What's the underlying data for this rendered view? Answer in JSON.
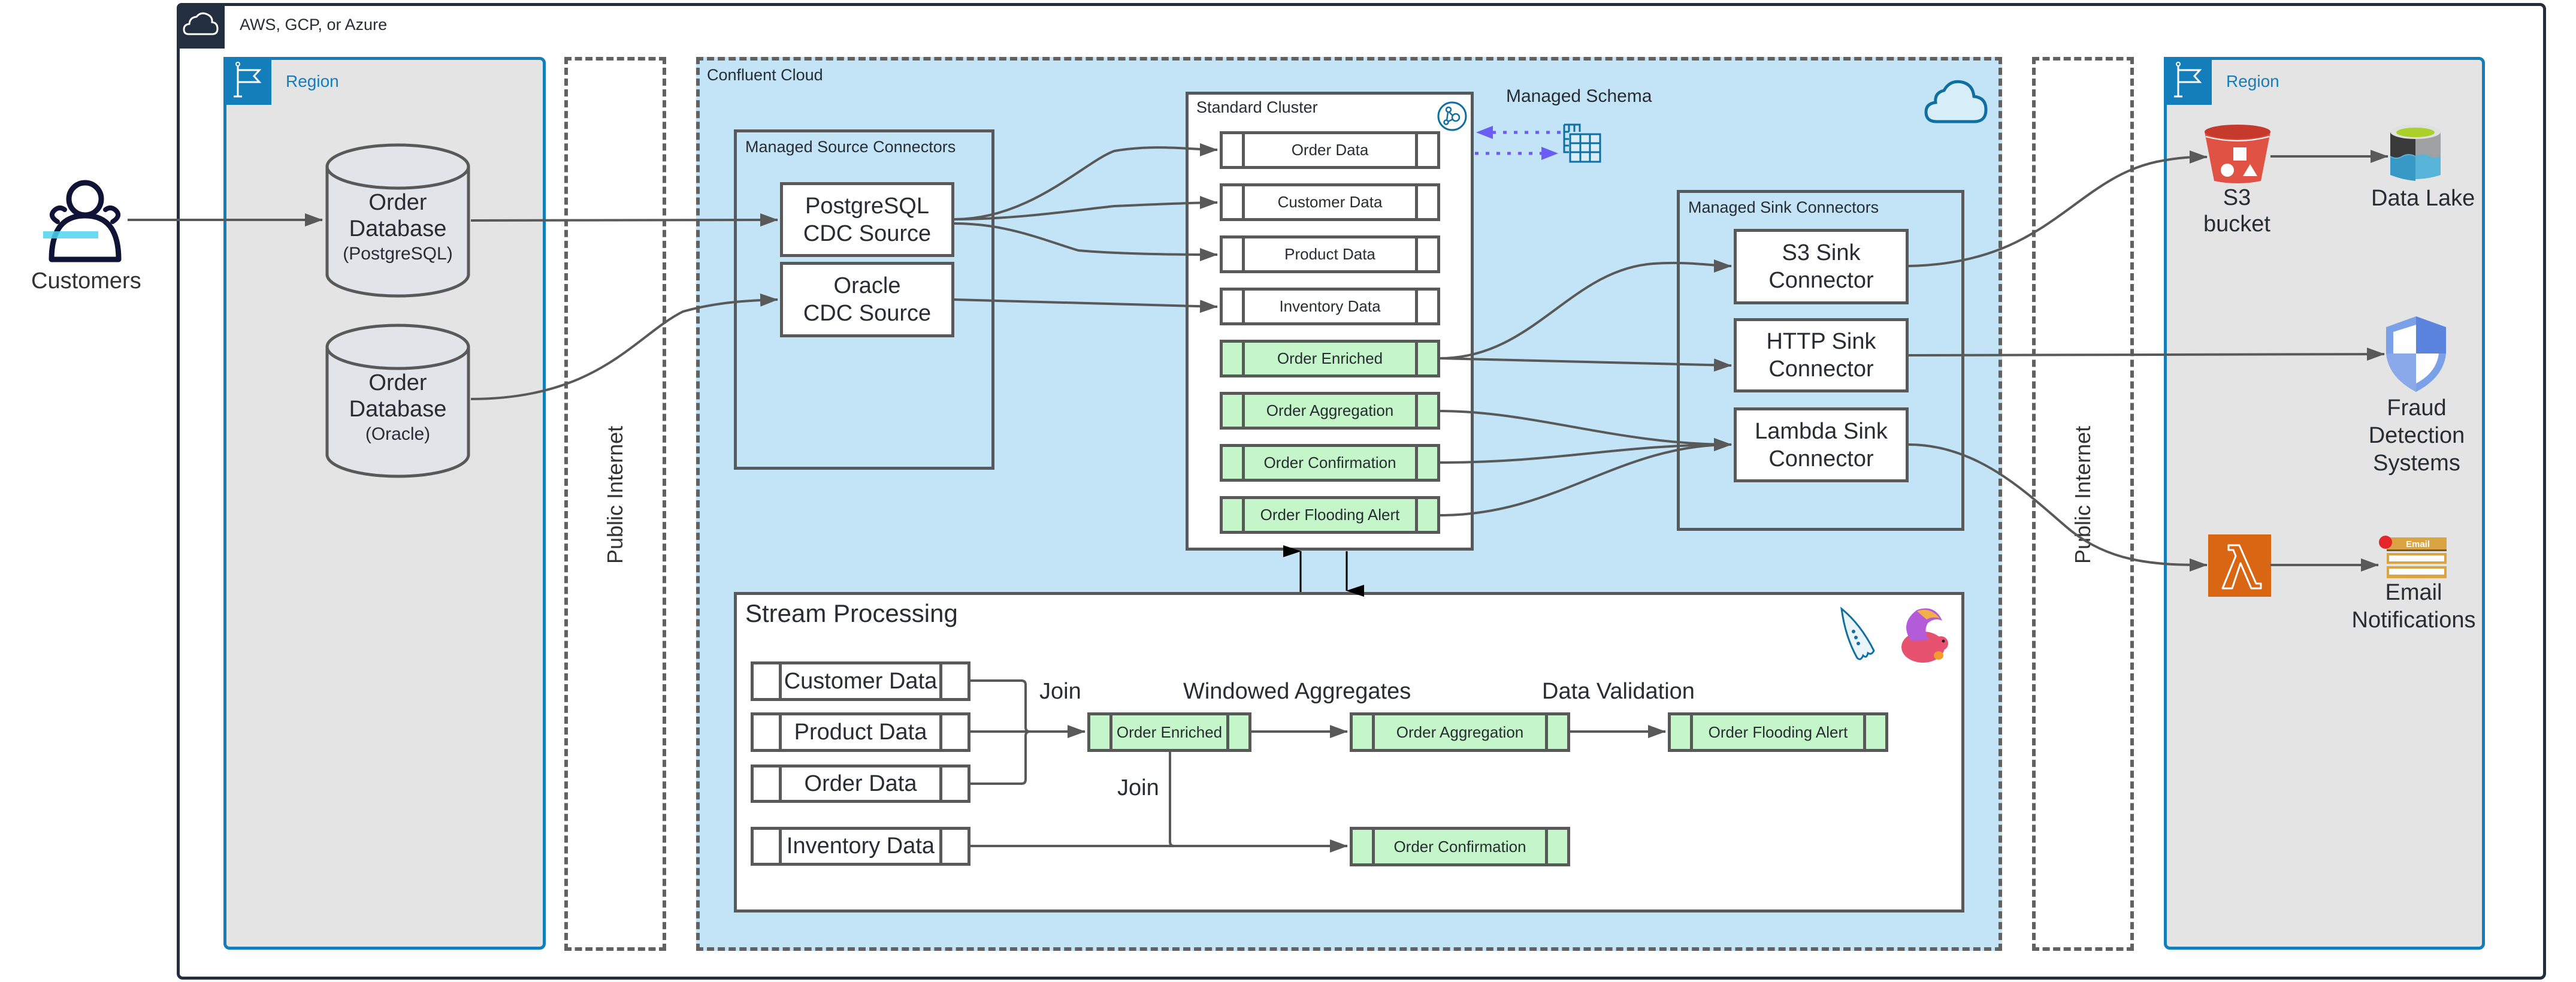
{
  "diagram": {
    "provider_frame": {
      "label": "AWS, GCP, or Azure",
      "icon": "cloud-icon"
    },
    "left_region": {
      "label": "Region",
      "icon": "flag-icon",
      "databases": [
        {
          "line1": "Order",
          "line2": "Database",
          "line3": "(PostgreSQL)"
        },
        {
          "line1": "Order",
          "line2": "Database",
          "line3": "(Oracle)"
        }
      ]
    },
    "customers": {
      "label": "Customers",
      "icon": "users-icon"
    },
    "public_internet": {
      "label": "Public Internet"
    },
    "confluent_cloud": {
      "label": "Confluent Cloud",
      "icon": "cloud-icon",
      "source_connectors": {
        "label": "Managed Source Connectors",
        "items": [
          {
            "line1": "PostgreSQL",
            "line2": "CDC Source"
          },
          {
            "line1": "Oracle",
            "line2": "CDC Source"
          }
        ]
      },
      "cluster": {
        "label": "Standard Cluster",
        "icon": "cluster-icon",
        "topics": [
          {
            "label": "Order Data",
            "kind": "raw"
          },
          {
            "label": "Customer Data",
            "kind": "raw"
          },
          {
            "label": "Product Data",
            "kind": "raw"
          },
          {
            "label": "Inventory Data",
            "kind": "raw"
          },
          {
            "label": "Order Enriched",
            "kind": "derived"
          },
          {
            "label": "Order Aggregation",
            "kind": "derived"
          },
          {
            "label": "Order Confirmation",
            "kind": "derived"
          },
          {
            "label": "Order Flooding Alert",
            "kind": "derived"
          }
        ]
      },
      "schema": {
        "label": "Managed Schema",
        "icon": "schema-registry-icon"
      },
      "sink_connectors": {
        "label": "Managed Sink Connectors",
        "items": [
          {
            "line1": "S3 Sink",
            "line2": "Connector"
          },
          {
            "line1": "HTTP Sink",
            "line2": "Connector"
          },
          {
            "line1": "Lambda Sink",
            "line2": "Connector"
          }
        ]
      },
      "stream_processing": {
        "label": "Stream Processing",
        "icons": [
          "ksqldb-icon",
          "flink-squirrel-icon"
        ],
        "inputs": [
          "Customer Data",
          "Product Data",
          "Order Data",
          "Inventory Data"
        ],
        "steps": {
          "join1": "Join",
          "join2": "Join",
          "windowed": "Windowed Aggregates",
          "validation": "Data Validation"
        },
        "outputs": {
          "enriched": "Order Enriched",
          "aggregation": "Order Aggregation",
          "flooding": "Order Flooding Alert",
          "confirmation": "Order Confirmation"
        }
      }
    },
    "right_region": {
      "label": "Region",
      "icon": "flag-icon",
      "targets": {
        "s3": {
          "line1": "S3",
          "line2": "bucket",
          "icon": "s3-bucket-icon"
        },
        "lake": {
          "line1": "Data Lake",
          "icon": "data-lake-icon"
        },
        "fraud": {
          "line1": "Fraud",
          "line2": "Detection",
          "line3": "Systems",
          "icon": "shield-icon"
        },
        "lambda": {
          "icon": "lambda-icon"
        },
        "email": {
          "line1": "Email",
          "line2": "Notifications",
          "badge": "Email",
          "icon": "email-icon"
        }
      }
    },
    "colors": {
      "frame": "#232f3e",
      "region_blue": "#147eba",
      "region_fill": "#e4e4e4",
      "confluent_fill": "#c3e4f6",
      "topic_green": "#c5f6c9",
      "line": "#595959",
      "schema_arrow": "#6a5cf5"
    }
  }
}
